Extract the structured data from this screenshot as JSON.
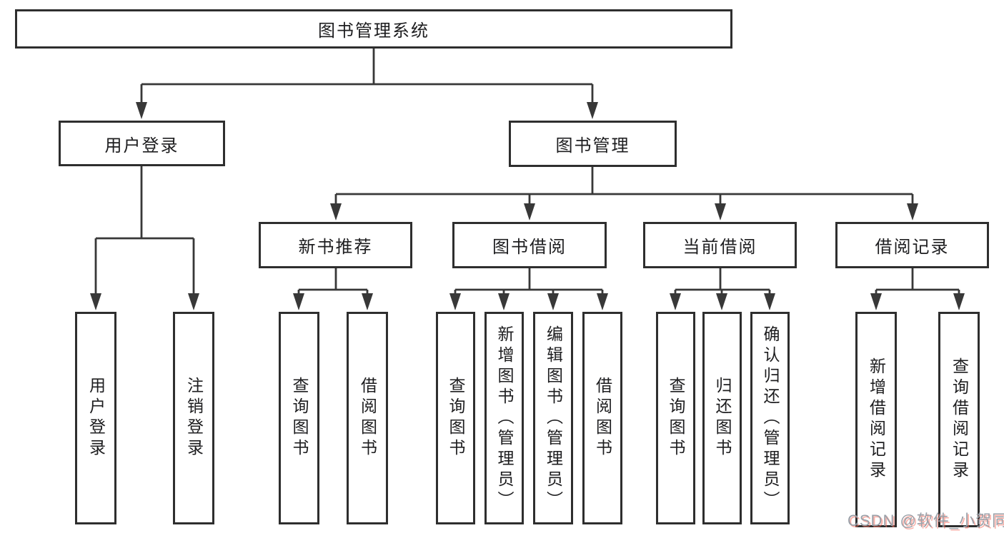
{
  "diagram": {
    "root": "图书管理系统",
    "level2": {
      "user_login": "用户登录",
      "book_mgmt": "图书管理"
    },
    "level3": {
      "new_rec": "新书推荐",
      "borrow": "图书借阅",
      "current": "当前借阅",
      "record": "借阅记录"
    },
    "leaves": {
      "g1a": "用户登录",
      "g1b": "注销登录",
      "g2a": "查询图书",
      "g2b": "借阅图书",
      "g3a": "查询图书",
      "g3b": "新增图书（管理员）",
      "g3c": "编辑图书（管理员）",
      "g3d": "借阅图书",
      "g4a": "查询图书",
      "g4b": "归还图书",
      "g4c": "确认归还（管理员）",
      "g5a": "新增借阅记录",
      "g5b": "查询借阅记录"
    },
    "watermark": "CSDN @软件_小贺同学",
    "colors": {
      "line": "#383838",
      "border": "#2e2e2e",
      "text": "#1d1d1f",
      "watermark_gray": "#9aa0a8",
      "watermark_red": "#f67060"
    }
  }
}
